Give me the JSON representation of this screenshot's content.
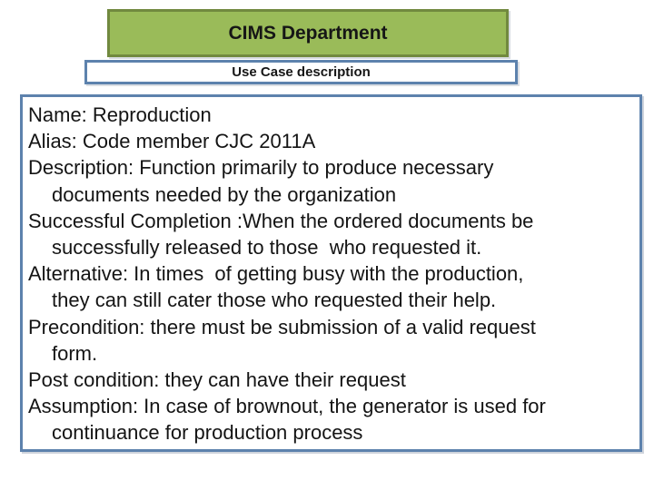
{
  "slide": {
    "department_header": "CIMS Department",
    "subheader": "Use Case description",
    "body_lines": [
      {
        "text": "Name: Reproduction",
        "indent": false
      },
      {
        "text": "Alias: Code member CJC 2011A",
        "indent": false
      },
      {
        "text": "Description: Function primarily to produce necessary",
        "indent": false
      },
      {
        "text": "documents needed by the organization",
        "indent": true
      },
      {
        "text": "Successful Completion :When the ordered documents be",
        "indent": false
      },
      {
        "text": "successfully released to those  who requested it.",
        "indent": true
      },
      {
        "text": "Alternative: In times  of getting busy with the production,",
        "indent": false
      },
      {
        "text": "they can still cater those who requested their help.",
        "indent": true
      },
      {
        "text": "Precondition: there must be submission of a valid request",
        "indent": false
      },
      {
        "text": "form.",
        "indent": true
      },
      {
        "text": "Post condition: they can have their request",
        "indent": false
      },
      {
        "text": "Assumption: In case of brownout, the generator is used for",
        "indent": false
      },
      {
        "text": "continuance for production process",
        "indent": true
      }
    ]
  },
  "colors": {
    "header_fill": "#9abb59",
    "header_border": "#71893f",
    "box_border": "#5d82ad",
    "text": "#141414",
    "background": "#ffffff"
  }
}
